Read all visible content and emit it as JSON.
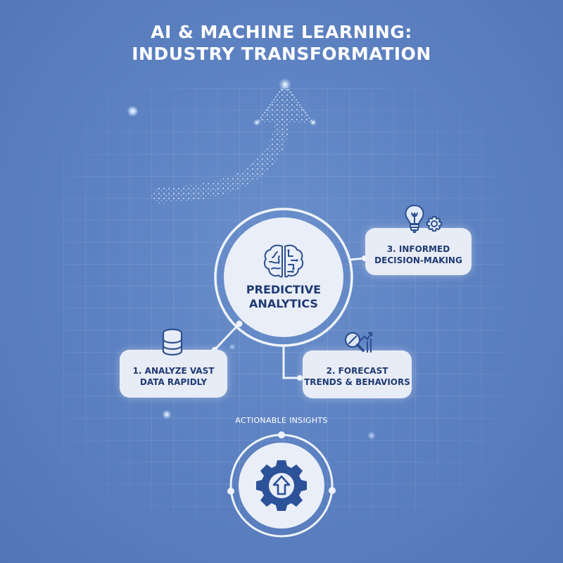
{
  "title": {
    "line1": "AI & MACHINE LEARNING:",
    "line2": "INDUSTRY TRANSFORMATION"
  },
  "hero_graphic": {
    "icon": "particle-growth-arrow-icon"
  },
  "center_node": {
    "icon": "brain-circuit-icon",
    "line1": "PREDICTIVE",
    "line2": "ANALYTICS"
  },
  "steps": [
    {
      "number": 1,
      "line1": "1. ANALYZE VAST",
      "line2": "DATA RAPIDLY",
      "icon": "database-icon"
    },
    {
      "number": 2,
      "line1": "2. FORECAST",
      "line2": "TRENDS & BEHAVIORS",
      "icon": "magnifier-chart-icon"
    },
    {
      "number": 3,
      "line1": "3. INFORMED",
      "line2": "DECISION-MAKING",
      "icon": "lightbulb-gear-icon"
    }
  ],
  "outcome": {
    "label": "ACTIONABLE INSIGHTS",
    "icon": "gear-up-arrow-icon"
  },
  "colors": {
    "background": "#5d82c2",
    "card": "#e8ecf6",
    "text_dark": "#1f3a73",
    "icon_blue": "#2c5299",
    "title": "#ffffff"
  }
}
